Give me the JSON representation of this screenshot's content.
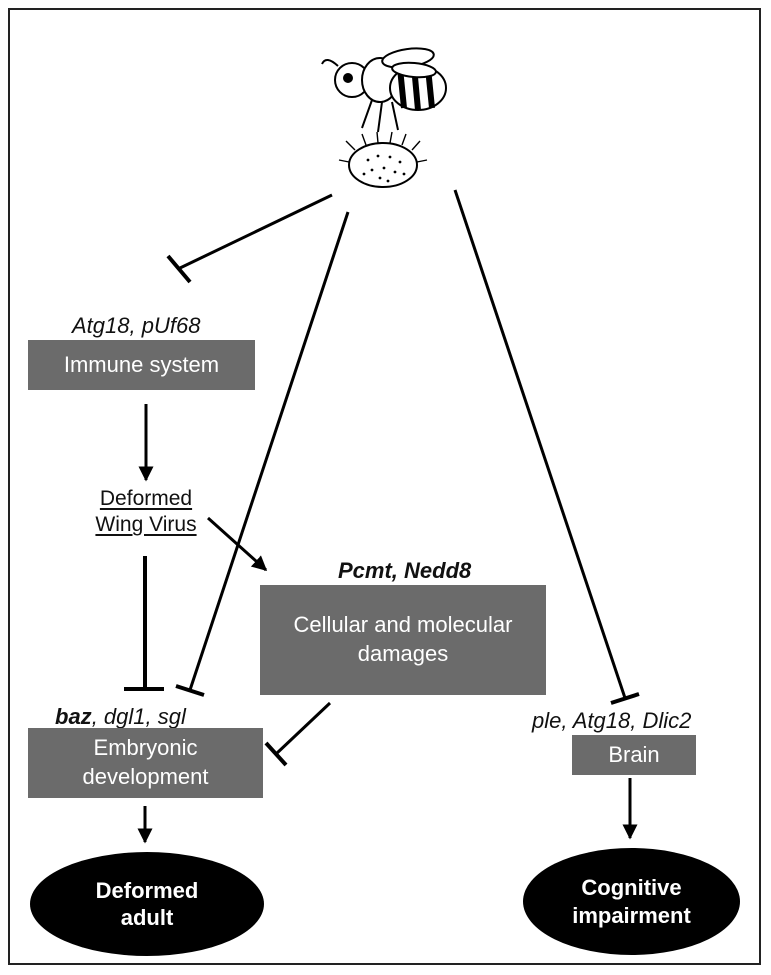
{
  "genes": {
    "immune": "Atg18, pUf68",
    "damage": "Pcmt, Nedd8",
    "embryo_baz": "baz",
    "embryo_rest": ", dgl1, sgl",
    "brain": "ple, Atg18, Dlic2"
  },
  "boxes": {
    "immune": "Immune system",
    "damage_line1": "Cellular and molecular",
    "damage_line2": "damages",
    "embryo_line1": "Embryonic",
    "embryo_line2": "development",
    "brain": "Brain"
  },
  "virus": {
    "line1": "Deformed",
    "line2": "Wing Virus"
  },
  "outcomes": {
    "deformed_line1": "Deformed",
    "deformed_line2": "adult",
    "cognitive_line1": "Cognitive",
    "cognitive_line2": "impairment"
  }
}
